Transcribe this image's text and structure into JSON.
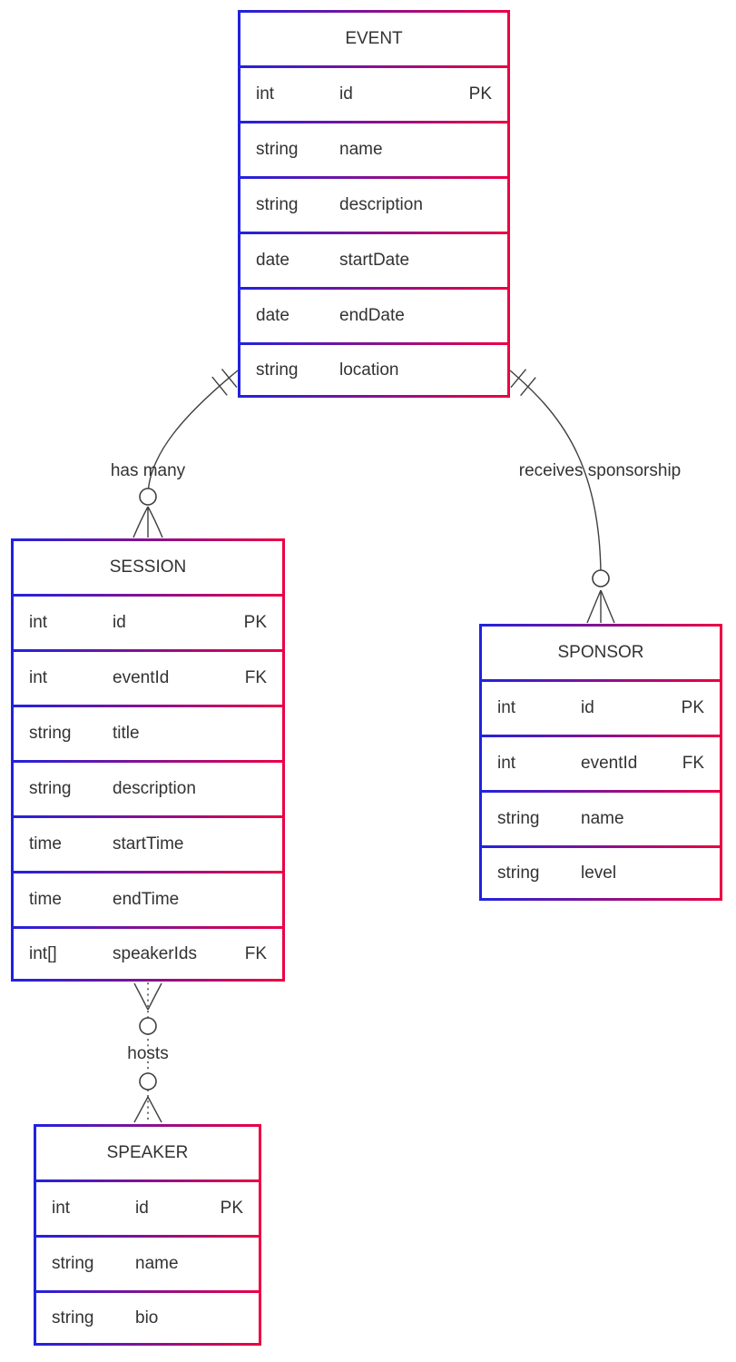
{
  "diagram_type": "entity-relationship",
  "colors": {
    "border_gradient_start": "#2122de",
    "border_gradient_end": "#ec0044",
    "text": "#333333",
    "line": "#404040",
    "background": "#ffffff"
  },
  "entities": [
    {
      "name": "EVENT",
      "attributes": [
        {
          "type": "int",
          "name": "id",
          "key": "PK"
        },
        {
          "type": "string",
          "name": "name",
          "key": ""
        },
        {
          "type": "string",
          "name": "description",
          "key": ""
        },
        {
          "type": "date",
          "name": "startDate",
          "key": ""
        },
        {
          "type": "date",
          "name": "endDate",
          "key": ""
        },
        {
          "type": "string",
          "name": "location",
          "key": ""
        }
      ]
    },
    {
      "name": "SESSION",
      "attributes": [
        {
          "type": "int",
          "name": "id",
          "key": "PK"
        },
        {
          "type": "int",
          "name": "eventId",
          "key": "FK"
        },
        {
          "type": "string",
          "name": "title",
          "key": ""
        },
        {
          "type": "string",
          "name": "description",
          "key": ""
        },
        {
          "type": "time",
          "name": "startTime",
          "key": ""
        },
        {
          "type": "time",
          "name": "endTime",
          "key": ""
        },
        {
          "type": "int[]",
          "name": "speakerIds",
          "key": "FK"
        }
      ]
    },
    {
      "name": "SPONSOR",
      "attributes": [
        {
          "type": "int",
          "name": "id",
          "key": "PK"
        },
        {
          "type": "int",
          "name": "eventId",
          "key": "FK"
        },
        {
          "type": "string",
          "name": "name",
          "key": ""
        },
        {
          "type": "string",
          "name": "level",
          "key": ""
        }
      ]
    },
    {
      "name": "SPEAKER",
      "attributes": [
        {
          "type": "int",
          "name": "id",
          "key": "PK"
        },
        {
          "type": "string",
          "name": "name",
          "key": ""
        },
        {
          "type": "string",
          "name": "bio",
          "key": ""
        }
      ]
    }
  ],
  "relationships": [
    {
      "from": "EVENT",
      "to": "SESSION",
      "label": "has many",
      "from_cardinality": "exactly-one",
      "to_cardinality": "zero-or-many",
      "line_style": "solid"
    },
    {
      "from": "EVENT",
      "to": "SPONSOR",
      "label": "receives sponsorship",
      "from_cardinality": "exactly-one",
      "to_cardinality": "zero-or-many",
      "line_style": "solid"
    },
    {
      "from": "SESSION",
      "to": "SPEAKER",
      "label": "hosts",
      "from_cardinality": "zero-or-many",
      "to_cardinality": "zero-or-many",
      "line_style": "dashed"
    }
  ]
}
